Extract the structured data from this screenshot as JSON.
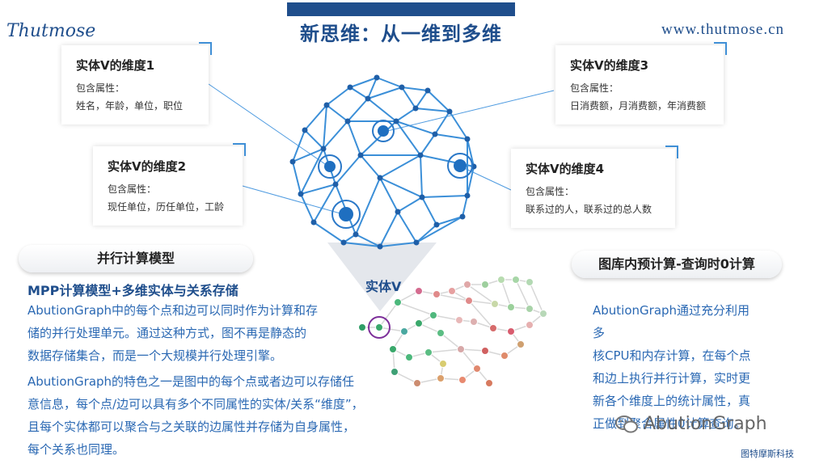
{
  "header": {
    "title": "新思维：从一维到多维",
    "logo_text": "Thutmose",
    "site_url": "www.thutmose.cn"
  },
  "dimensions": [
    {
      "title": "实体V的维度1",
      "sub": "包含属性：",
      "values": "姓名，年龄，单位，职位"
    },
    {
      "title": "实体V的维度2",
      "sub": "包含属性：",
      "values": "现任单位，历任单位，工龄"
    },
    {
      "title": "实体V的维度3",
      "sub": "包含属性：",
      "values": "日消费额，月消费额，年消费额"
    },
    {
      "title": "实体V的维度4",
      "sub": "包含属性：",
      "values": "联系过的人，联系过的总人数"
    }
  ],
  "diagram": {
    "entity_label": "实体V"
  },
  "left_section": {
    "pill": "并行计算模型",
    "heading": "MPP计算模型+多维实体与关系存储",
    "lines": [
      "AbutionGraph中的每个点和边可以同时作为计算和存",
      "储的并行处理单元。通过这种方式，图不再是静态的",
      "数据存储集合，而是一个大规模并行处理引擎。",
      "AbutionGraph的特色之一是图中的每个点或者边可以存储任",
      "意信息，每个点/边可以具有多个不同属性的实体/关系“维度”，",
      "且每个实体都可以聚合与之关联的边属性并存储为自身属性，",
      "每个关系也同理。"
    ]
  },
  "right_section": {
    "pill": "图库内预计算-查询时0计算",
    "lines": [
      "AbutionGraph通过充分利用多",
      "核CPU和内存计算，在每个点",
      "和边上执行并行计算，实时更",
      "新各个维度上的统计属性，真",
      "正做到聚合属性0计算查询。"
    ]
  },
  "footer": {
    "watermark": "AbutionGraph",
    "brand": "图特摩斯科技"
  },
  "colors": {
    "primary": "#1f4e8c",
    "accent": "#3f8fd6",
    "text_blue": "#2a68b3"
  }
}
